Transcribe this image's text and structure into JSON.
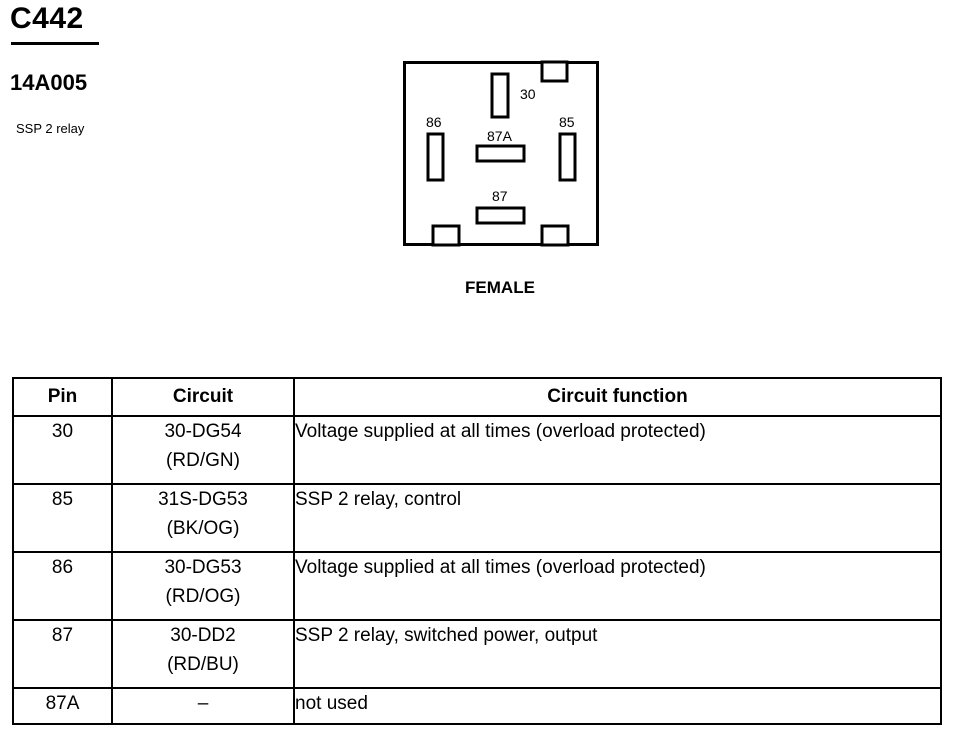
{
  "connector": {
    "id": "C442",
    "part_number": "14A005",
    "description": "SSP 2 relay",
    "type_label": "FEMALE",
    "pin_labels": {
      "p30": "30",
      "p86": "86",
      "p87a": "87A",
      "p85": "85",
      "p87": "87"
    }
  },
  "table": {
    "headers": {
      "pin": "Pin",
      "circuit": "Circuit",
      "function": "Circuit function"
    },
    "rows": [
      {
        "pin": "30",
        "circuit_line1": "30-DG54",
        "circuit_line2": "(RD/GN)",
        "function": "Voltage supplied at all times (overload protected)"
      },
      {
        "pin": "85",
        "circuit_line1": "31S-DG53",
        "circuit_line2": "(BK/OG)",
        "function": "SSP 2 relay, control"
      },
      {
        "pin": "86",
        "circuit_line1": "30-DG53",
        "circuit_line2": "(RD/OG)",
        "function": "Voltage supplied at all times (overload protected)"
      },
      {
        "pin": "87",
        "circuit_line1": "30-DD2",
        "circuit_line2": "(RD/BU)",
        "function": "SSP 2 relay, switched power, output"
      },
      {
        "pin": "87A",
        "circuit_line1": "–",
        "circuit_line2": "",
        "function": "not used"
      }
    ]
  }
}
